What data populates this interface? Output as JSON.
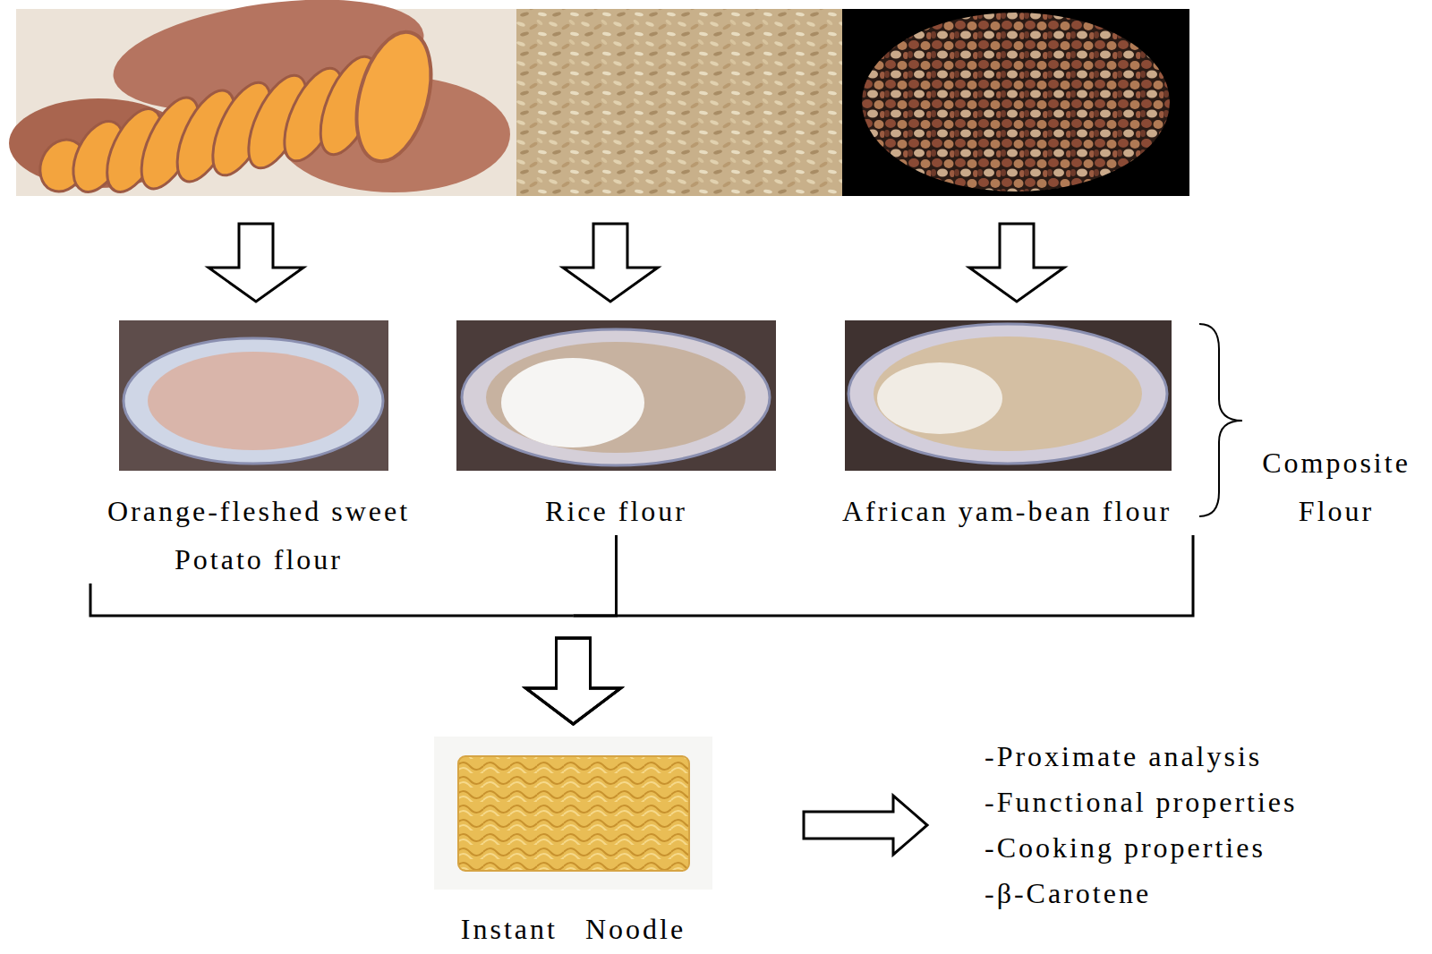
{
  "diagram": {
    "nodes": [
      {
        "text": [
          "Orange-fleshed sweet Potato flour"
        ]
      },
      {
        "text": [
          "Rice flour"
        ]
      },
      {
        "text": [
          "African yam-bean flour"
        ]
      },
      {
        "text": [
          "Instant Noodle"
        ]
      },
      {
        "text": [
          "-Proximate analysis",
          "-Functional properties",
          "-Cooking properties",
          "-β-Carotene"
        ]
      }
    ],
    "edges": [
      {
        "from": 0,
        "to": 3,
        "arrow": "to"
      },
      {
        "from": 1,
        "to": 3,
        "arrow": "to"
      },
      {
        "from": 2,
        "to": 3,
        "arrow": "to"
      },
      {
        "from": 3,
        "to": 4,
        "arrow": "to"
      }
    ],
    "labels": [
      "Composite Flour"
    ]
  }
}
